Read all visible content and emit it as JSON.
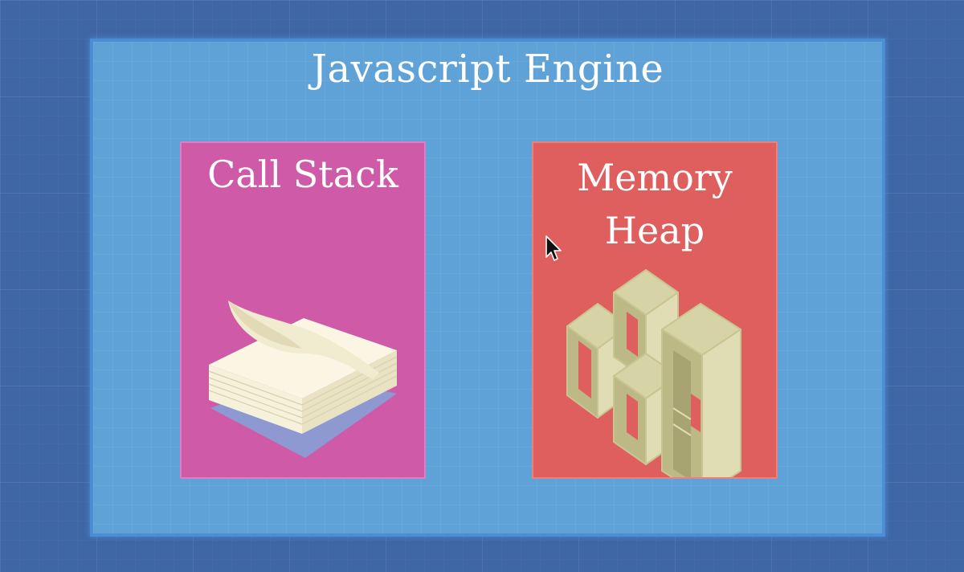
{
  "diagram": {
    "title": "Javascript Engine",
    "components": [
      {
        "label": "Call Stack",
        "color": "#cf5ba8",
        "icon": "paper-stack-icon"
      },
      {
        "label": "Memory\nHeap",
        "color": "#de5f5e",
        "icon": "storage-cubes-icon"
      }
    ]
  },
  "colors": {
    "background": "#3f67a5",
    "engine_box": "#5fa2d8"
  }
}
